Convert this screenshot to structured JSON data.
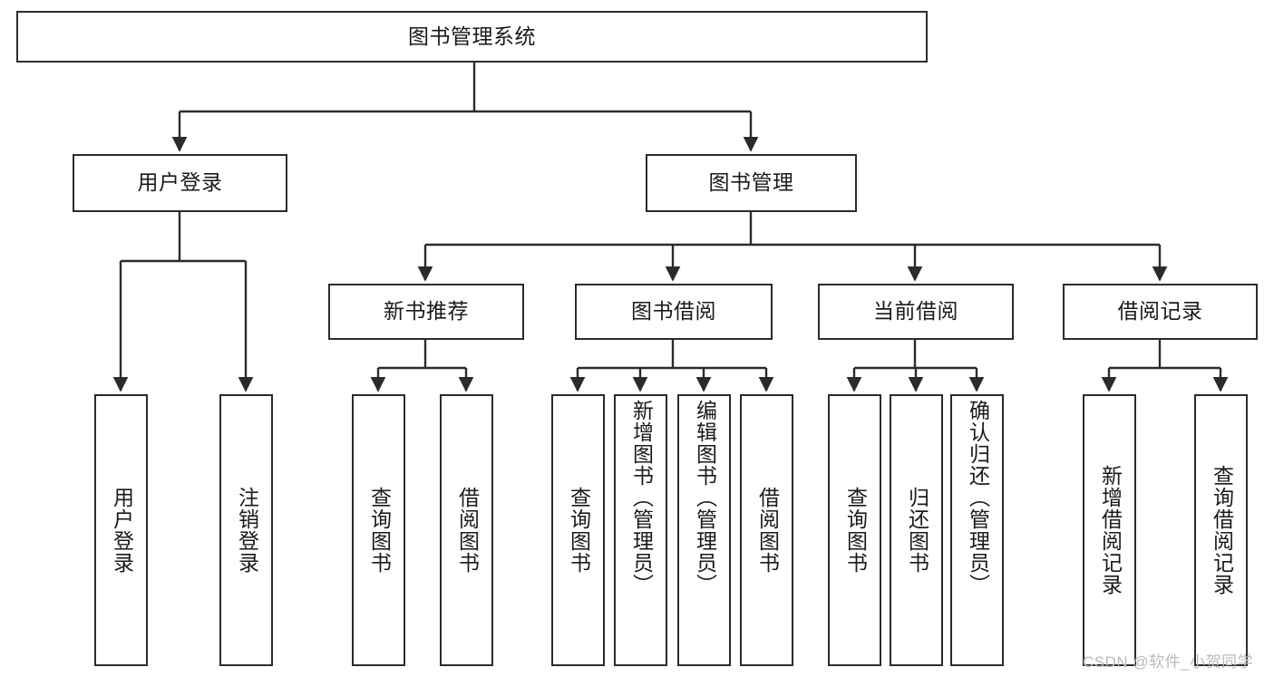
{
  "diagram": {
    "type": "tree",
    "title": "图书管理系统",
    "root": {
      "label": "图书管理系统"
    },
    "level2": [
      {
        "label": "用户登录"
      },
      {
        "label": "图书管理"
      }
    ],
    "level3": [
      {
        "label": "新书推荐"
      },
      {
        "label": "图书借阅"
      },
      {
        "label": "当前借阅"
      },
      {
        "label": "借阅记录"
      }
    ],
    "leaves": {
      "user_login": [
        {
          "label": "用户登录"
        },
        {
          "label": "注销登录"
        }
      ],
      "new_book_recommend": [
        {
          "label": "查询图书"
        },
        {
          "label": "借阅图书"
        }
      ],
      "book_borrow": [
        {
          "label": "查询图书"
        },
        {
          "label": "新增图书（管理员）"
        },
        {
          "label": "编辑图书（管理员）"
        },
        {
          "label": "借阅图书"
        }
      ],
      "current_borrow": [
        {
          "label": "查询图书"
        },
        {
          "label": "归还图书"
        },
        {
          "label": "确认归还（管理员）"
        }
      ],
      "borrow_record": [
        {
          "label": "新增借阅记录"
        },
        {
          "label": "查询借阅记录"
        }
      ]
    }
  },
  "watermark": {
    "text": "CSDN @软件_小贺同学"
  },
  "colors": {
    "stroke": "#2b2b2b",
    "box_fill": "#ffffff",
    "text": "#1a1a1a",
    "watermark": "#b9b9b9",
    "background": "#ffffff"
  }
}
